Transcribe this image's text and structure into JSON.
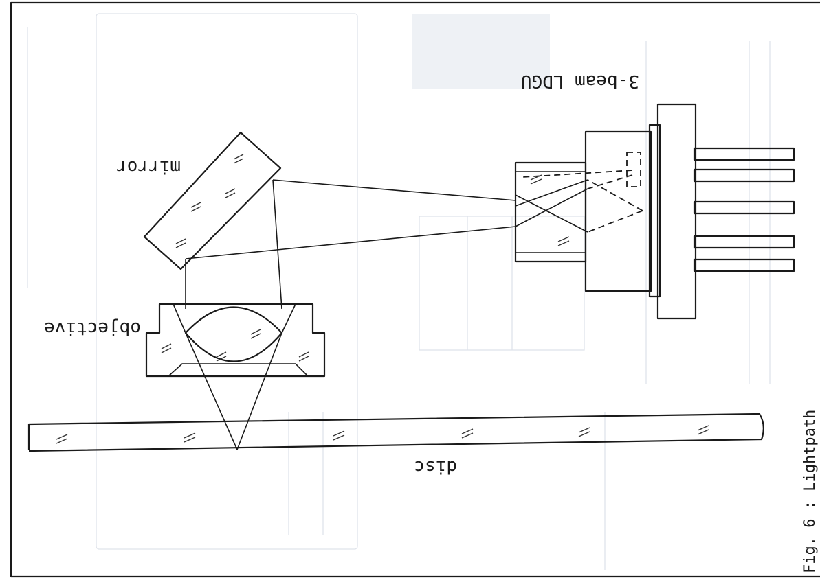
{
  "caption": "Fig. 6 : Lightpath",
  "labels": {
    "ldgu": "3-beam LDGU",
    "mirror": "mirror",
    "objective": "objective",
    "disc": "disc"
  },
  "colors": {
    "ink": "#1a1a1a",
    "paper": "#ffffff",
    "bleed": "#dfe3ea"
  }
}
